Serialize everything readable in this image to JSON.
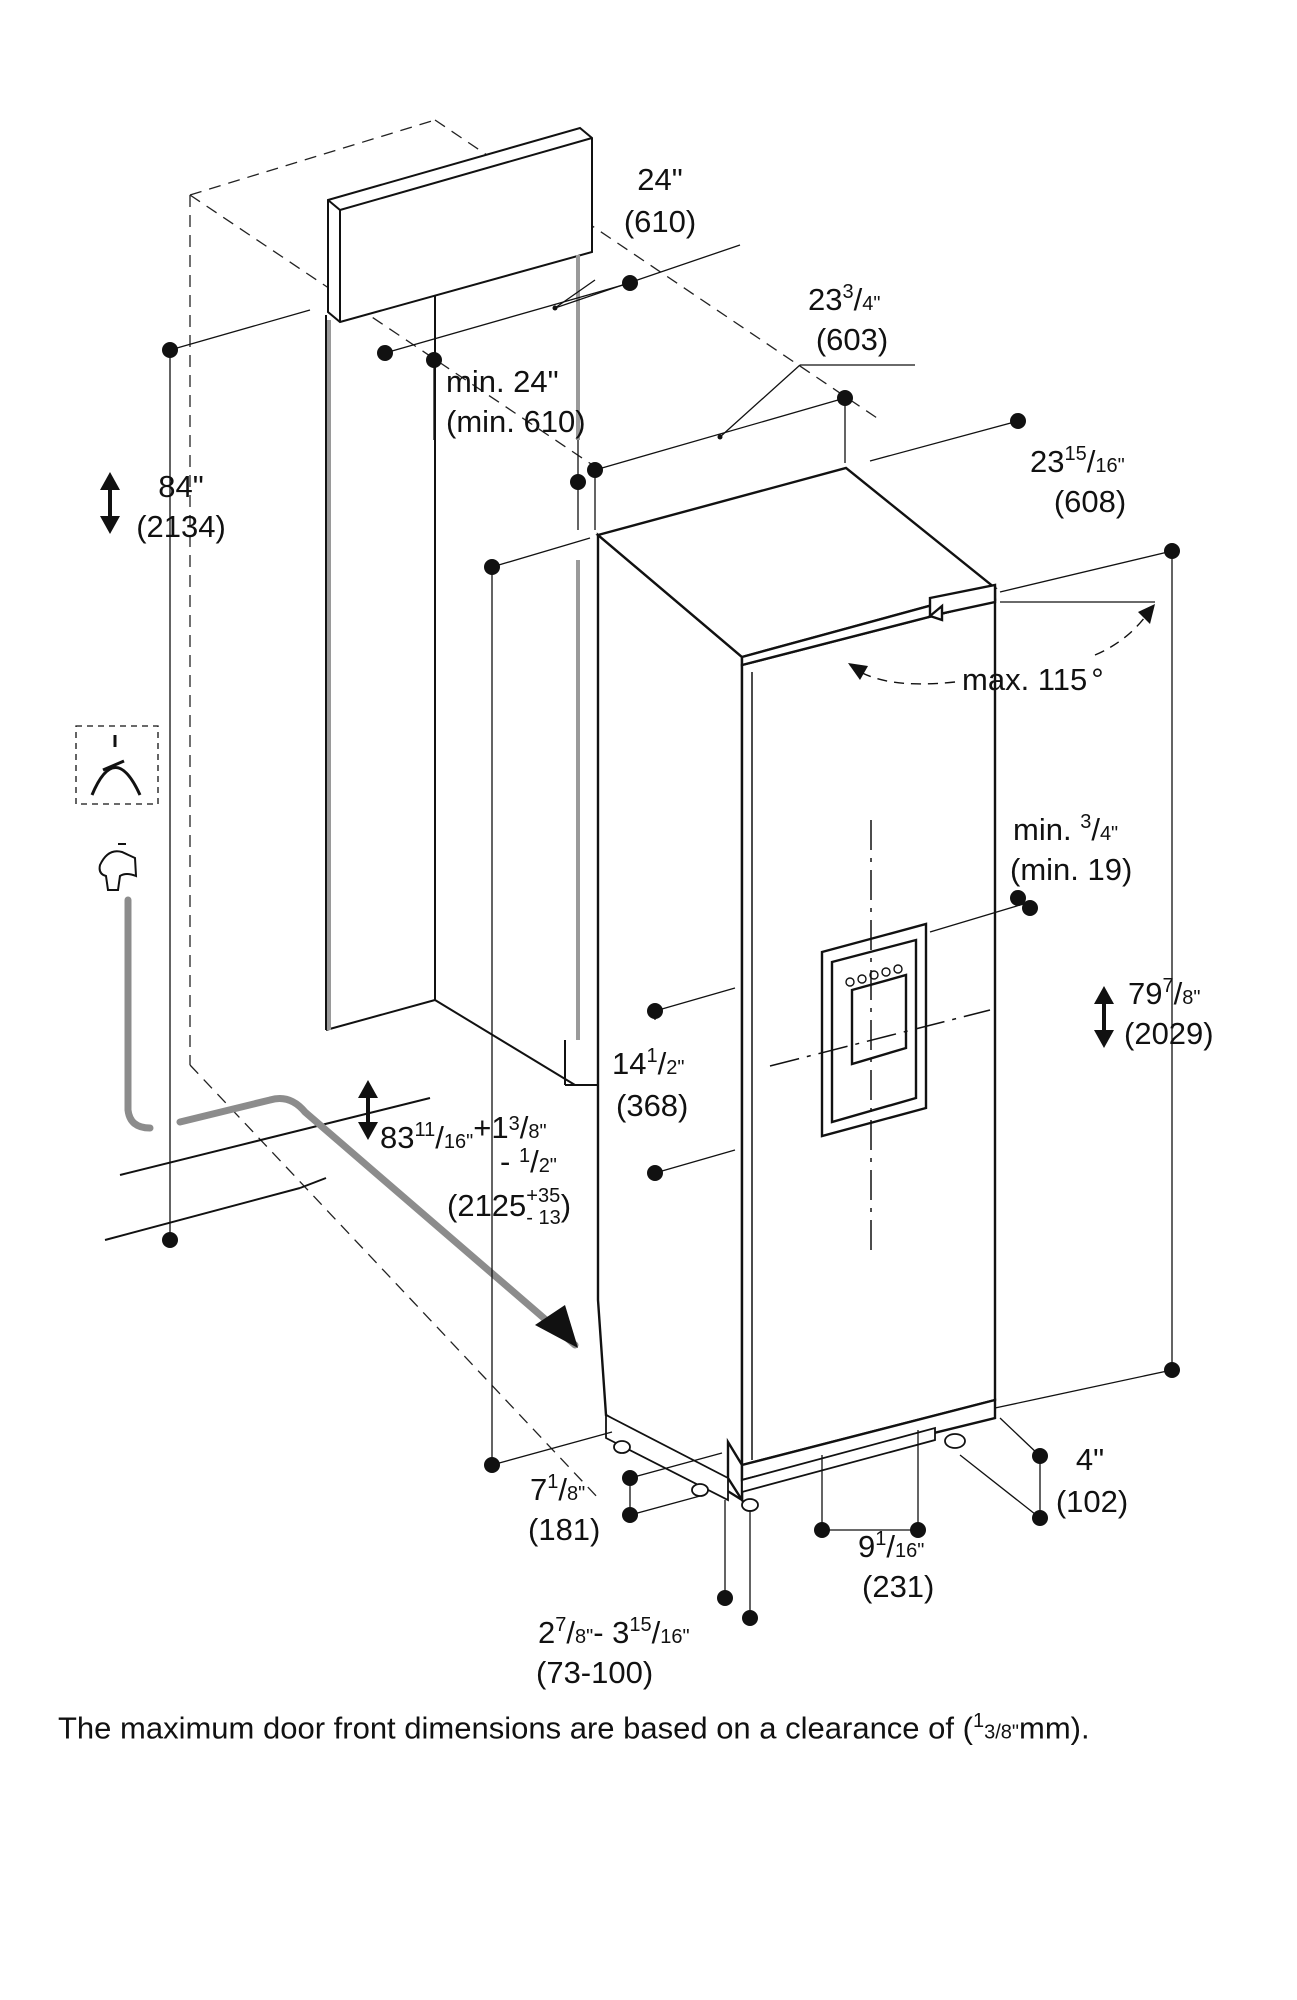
{
  "dimensions": {
    "niche_depth": {
      "inch": "24\"",
      "mm": "(610)"
    },
    "niche_width": {
      "inch": "min. 24\"",
      "mm": "(min. 610)"
    },
    "appliance_width": {
      "whole": "23",
      "num": "3",
      "den": "4\"",
      "mm": "(603)"
    },
    "appliance_depth": {
      "whole": "23",
      "num": "15",
      "den": "16\"",
      "mm": "(608)"
    },
    "niche_height": {
      "inch": "84\"",
      "mm": "(2134)"
    },
    "door_angle": {
      "text": "max. 115"
    },
    "side_gap": {
      "prefix": "min. ",
      "num": "3",
      "den": "4\"",
      "mm": "(min. 19)"
    },
    "appliance_height": {
      "whole": "79",
      "num": "7",
      "den": "8\"",
      "mm": "(2029)"
    },
    "dispenser_height": {
      "whole": "14",
      "num": "1",
      "den": "2\"",
      "mm": "(368)"
    },
    "total_height": {
      "whole": "83",
      "num": "11",
      "den": "16\"",
      "tol_plus_prefix": "+1",
      "tol_plus_num": "3",
      "tol_plus_den": "8\"",
      "tol_minus_prefix": "- ",
      "tol_minus_num": "1",
      "tol_minus_den": "2\"",
      "mm_main": "(2125",
      "mm_plus": "+35",
      "mm_minus": "- 13",
      "mm_close": ")"
    },
    "base_depth": {
      "whole": "7",
      "num": "1",
      "den": "8\"",
      "mm": "(181)"
    },
    "foot_position": {
      "whole": "9",
      "num": "1",
      "den": "16\"",
      "mm": "(231)"
    },
    "plinth_height": {
      "inch": "4\"",
      "mm": "(102)"
    },
    "plinth_depth": {
      "a_whole": "2",
      "a_num": "7",
      "a_den": "8\"",
      "sep": "- 3",
      "b_num": "15",
      "b_den": "16\"",
      "mm": "(73-100)"
    }
  },
  "caption": {
    "before": "The maximum door front dimensions are based on a clearance of ",
    "paren_open": "(",
    "fraction_sup": "1",
    "fraction_sub": "3/8\"",
    "after": "mm)."
  }
}
